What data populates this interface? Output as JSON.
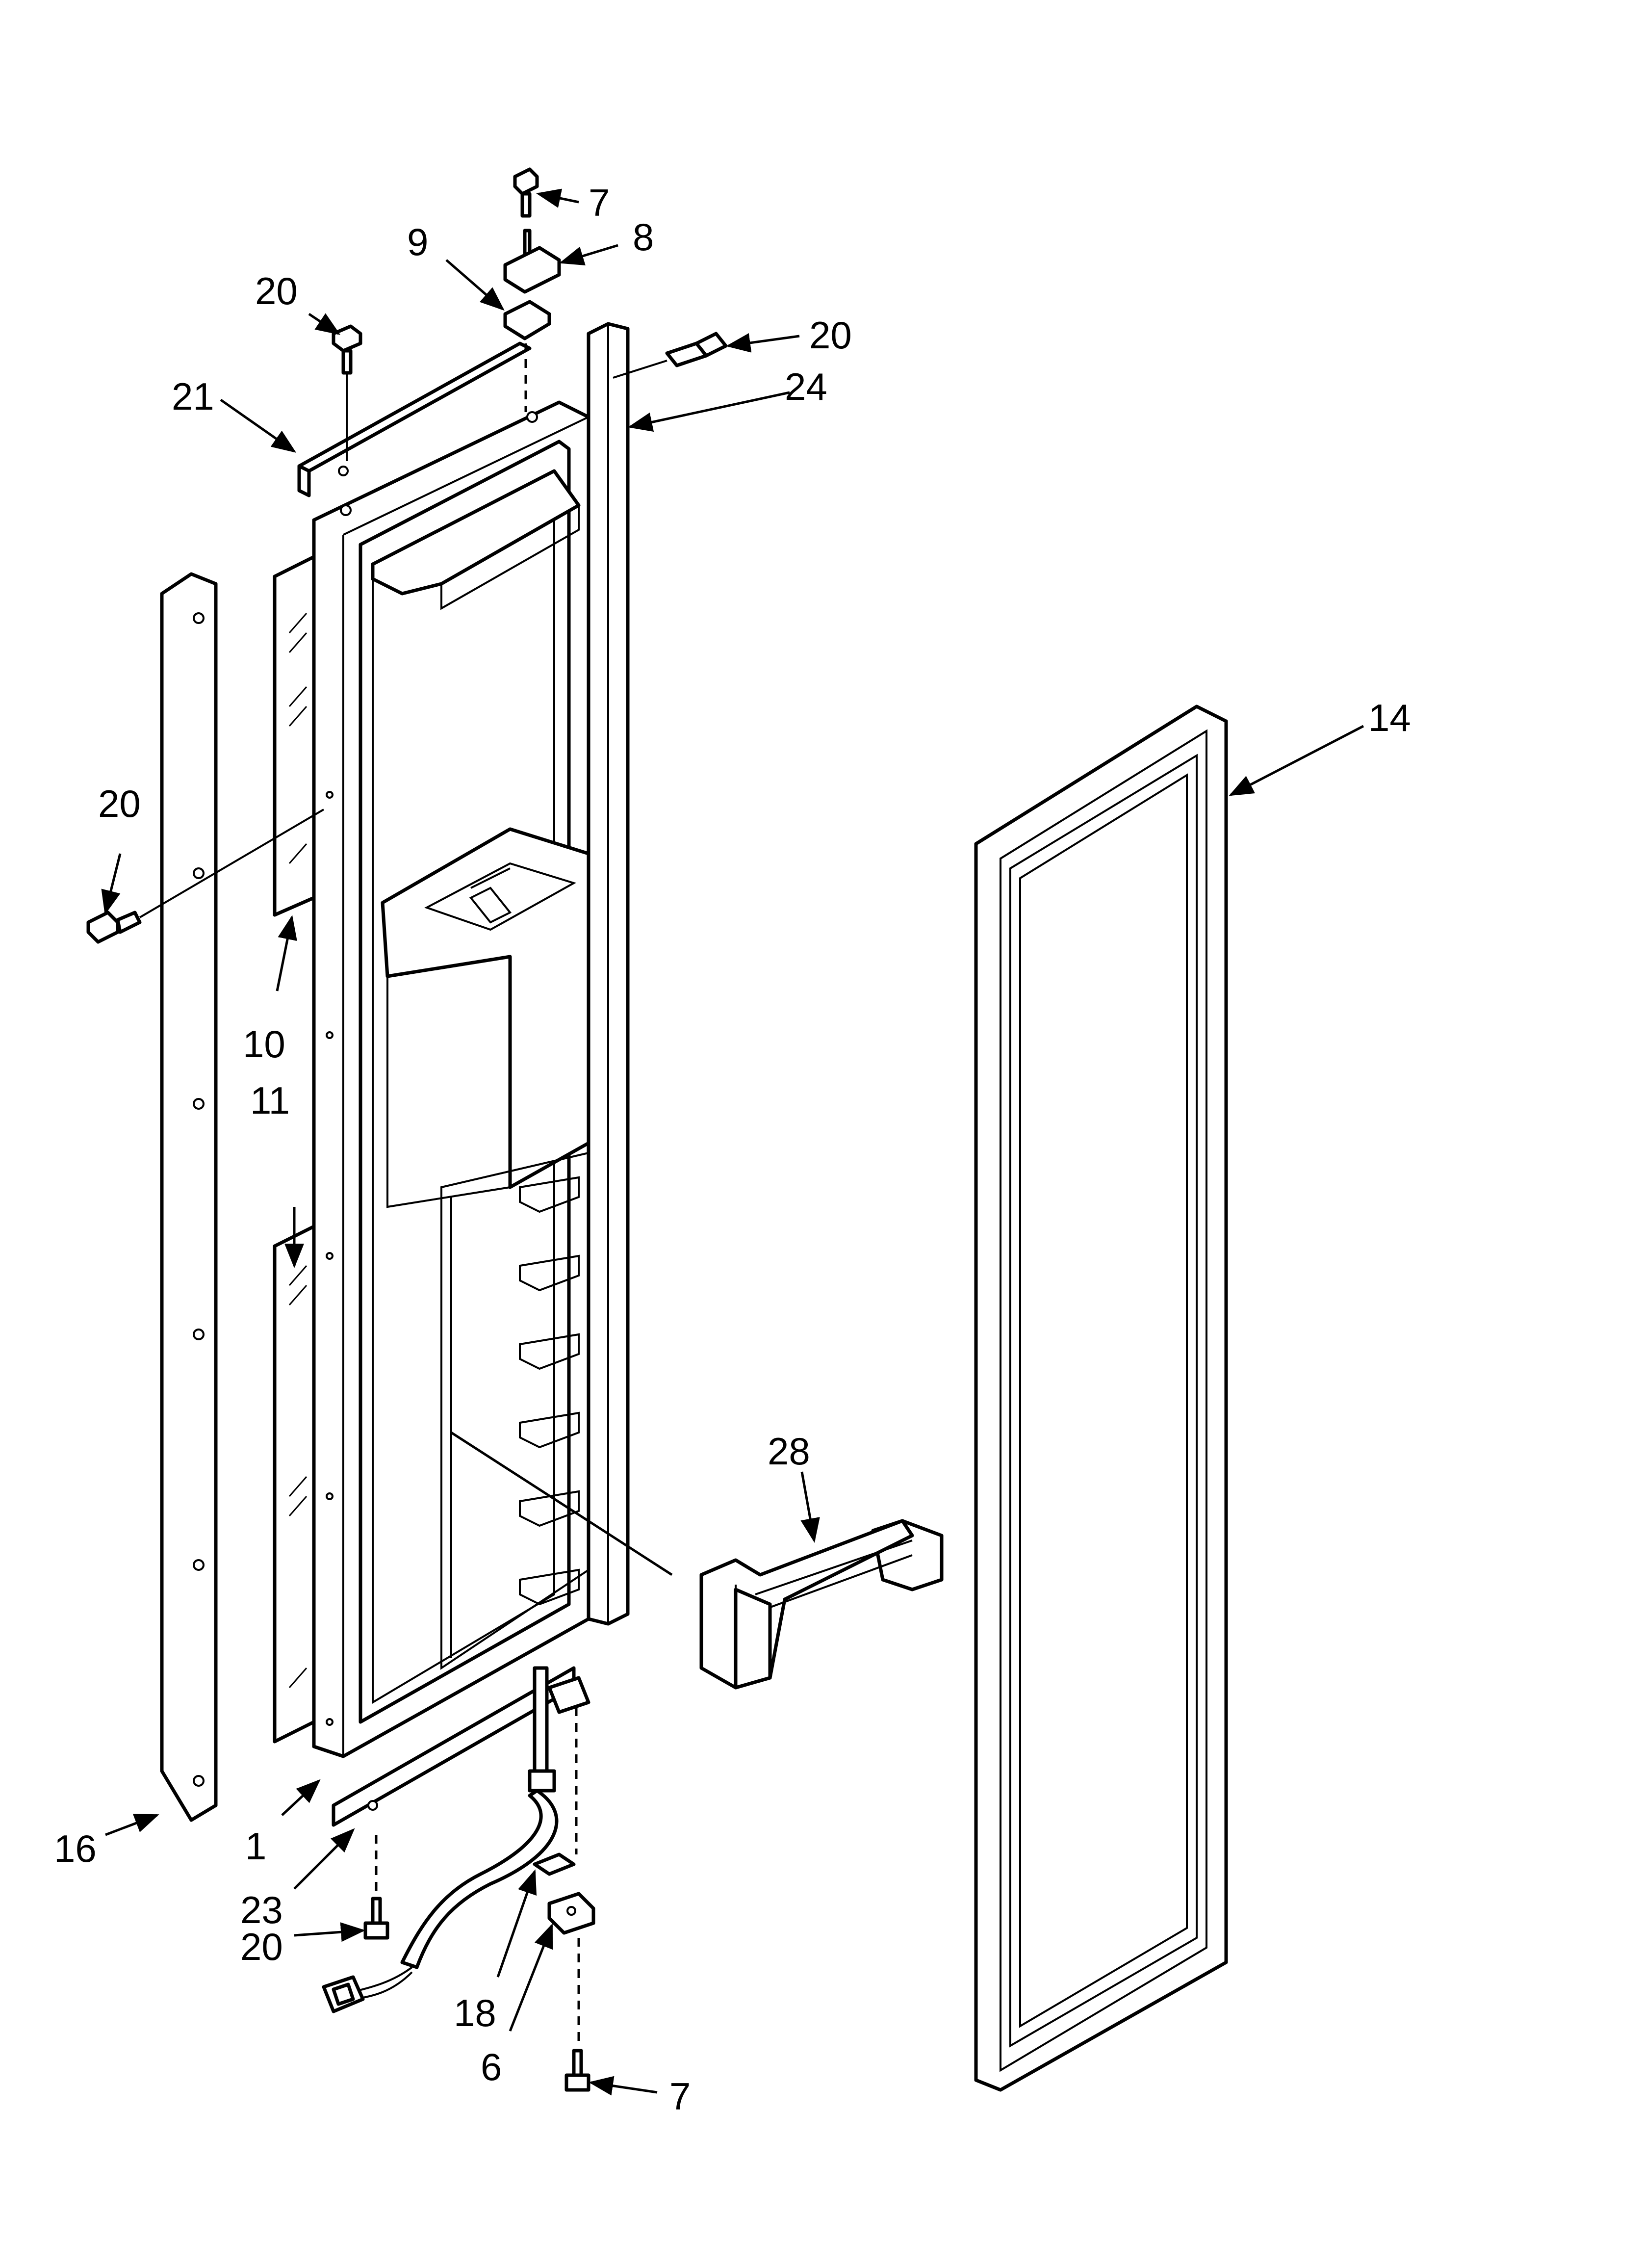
{
  "callouts": [
    {
      "id": "c7_top",
      "label": "7"
    },
    {
      "id": "c8",
      "label": "8"
    },
    {
      "id": "c9",
      "label": "9"
    },
    {
      "id": "c20_top_left",
      "label": "20"
    },
    {
      "id": "c20_top_right",
      "label": "20"
    },
    {
      "id": "c24",
      "label": "24"
    },
    {
      "id": "c21",
      "label": "21"
    },
    {
      "id": "c14",
      "label": "14"
    },
    {
      "id": "c20_mid_left",
      "label": "20"
    },
    {
      "id": "c10",
      "label": "10"
    },
    {
      "id": "c11",
      "label": "11"
    },
    {
      "id": "c28",
      "label": "28"
    },
    {
      "id": "c16",
      "label": "16"
    },
    {
      "id": "c1",
      "label": "1"
    },
    {
      "id": "c23",
      "label": "23"
    },
    {
      "id": "c20_bottom",
      "label": "20"
    },
    {
      "id": "c18",
      "label": "18"
    },
    {
      "id": "c6",
      "label": "6"
    },
    {
      "id": "c7_bottom",
      "label": "7"
    }
  ]
}
